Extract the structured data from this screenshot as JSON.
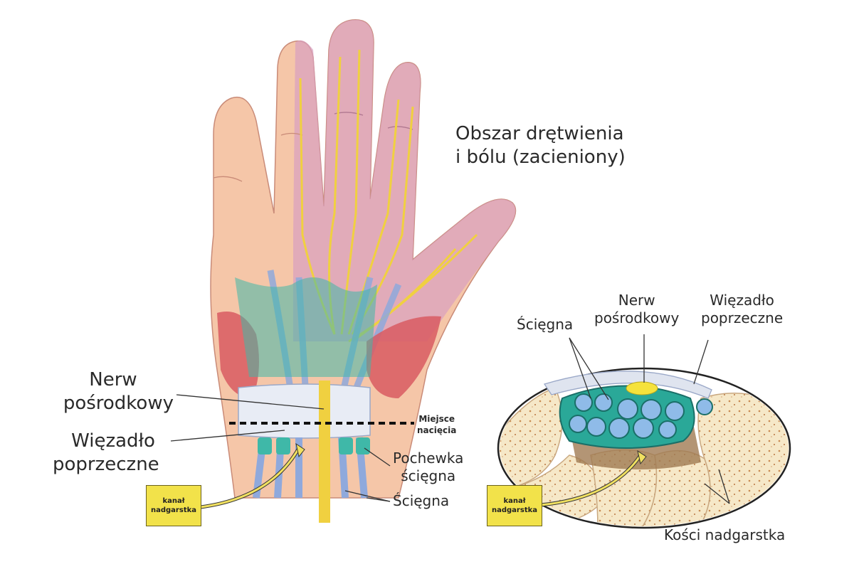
{
  "labels": {
    "numbness_line1": "Obszar drętwienia",
    "numbness_line2": "i bólu (zacieniony)",
    "median_nerve_line1": "Nerw",
    "median_nerve_line2": "pośrodkowy",
    "ligament_line1": "Więzadło",
    "ligament_line2": "poprzeczne",
    "incision_line1": "Miejsce",
    "incision_line2": "nacięcia",
    "sheath_line1": "Pochewka",
    "sheath_line2": "ścięgna",
    "tendons": "Ścięgna",
    "canal_box_line1": "kanał",
    "canal_box_line2": "nadgarstka",
    "cs_tendons": "Ścięgna",
    "cs_nerve_line1": "Nerw",
    "cs_nerve_line2": "pośrodkowy",
    "cs_ligament_line1": "Więzadło",
    "cs_ligament_line2": "poprzeczne",
    "cs_bones": "Kości nadgarstka",
    "cs_canal_line1": "kanał",
    "cs_canal_line2": "nadgarstka"
  },
  "colors": {
    "skin": "#f5c6a8",
    "numb_shade": "#d8a0c0",
    "nerve": "#f0d040",
    "tendon_blue": "#8fa9dc",
    "muscle_red": "#d85a62",
    "sheath_teal": "#3fb8a8",
    "bone": "#f6e8c8",
    "label_box": "#f2e24a"
  }
}
